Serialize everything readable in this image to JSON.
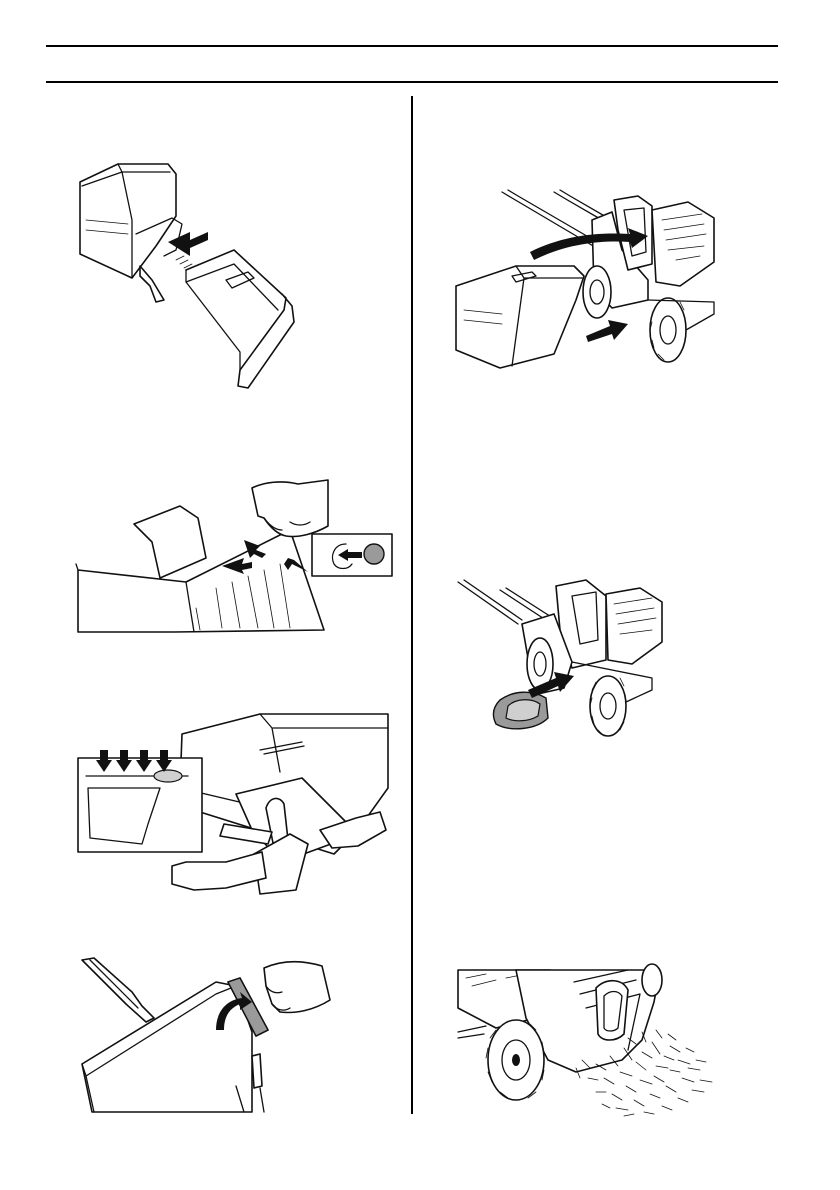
{
  "header": {
    "title": "",
    "page_number": ""
  },
  "figures": [
    {
      "id": "attach-frame-to-bag"
    },
    {
      "id": "clip-bag-to-frame"
    },
    {
      "id": "press-bag-edge-onto-frame"
    },
    {
      "id": "fold-frame-edge"
    },
    {
      "id": "hang-grass-catcher-on-mower"
    },
    {
      "id": "insert-mulching-plug"
    },
    {
      "id": "side-discharge-clippings"
    }
  ]
}
